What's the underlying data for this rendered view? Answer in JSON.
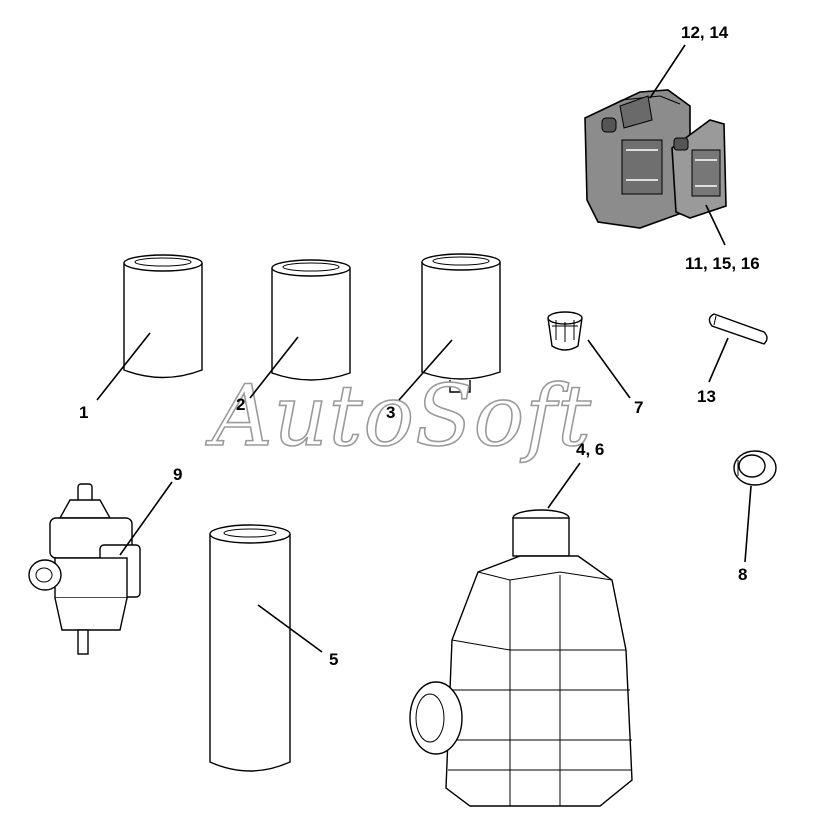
{
  "watermark": "AutoSoft",
  "callouts": {
    "p1": "1",
    "p2": "2",
    "p3": "3",
    "p4_6": "4, 6",
    "p5": "5",
    "p7": "7",
    "p8": "8",
    "p9": "9",
    "p11_15_16": "11, 15, 16",
    "p12_14": "12, 14",
    "p13": "13"
  },
  "colors": {
    "line": "#000000",
    "canister": "#8c8c8c",
    "watermark_outline": "#9a9a9a"
  }
}
